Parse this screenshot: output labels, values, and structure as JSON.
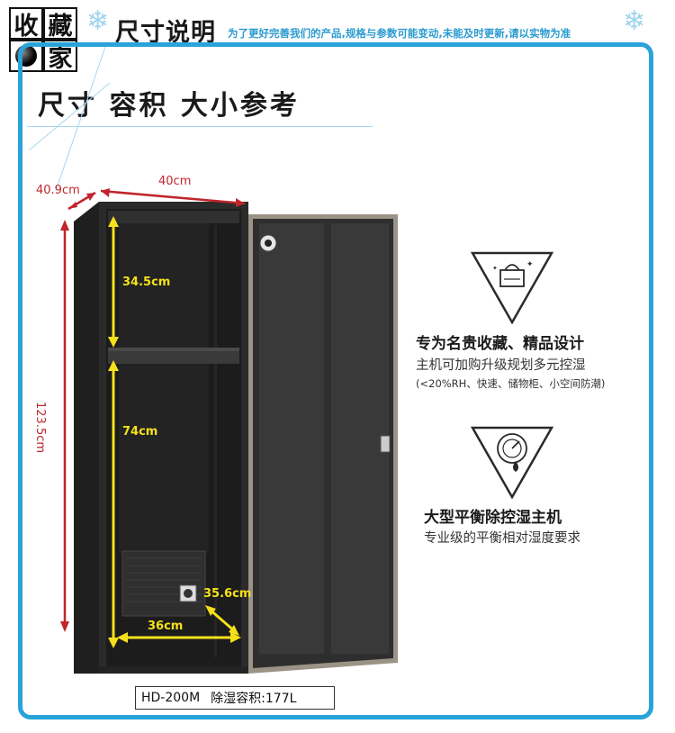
{
  "header": {
    "logo_chars": [
      "收",
      "藏",
      "家"
    ],
    "title": "尺寸说明",
    "note": "为了更好完善我们的产品,规格与参数可能变动,未能及时更新,请以实物为准"
  },
  "page_title": "尺寸 容积 大小参考",
  "dimensions": {
    "depth": "40.9cm",
    "width": "40cm",
    "height": "123.5cm",
    "upper_shelf": "34.5cm",
    "lower_space": "74cm",
    "unit_depth": "35.6cm",
    "inner_width": "36cm"
  },
  "features": [
    {
      "heading": "专为名贵收藏、精品设计",
      "line1": "主机可加购升级规划多元控湿",
      "line2": "(<20%RH、快速、储物柜、小空间防潮)",
      "icon": "handbag-icon"
    },
    {
      "heading": "大型平衡除控湿主机",
      "line1": "专业级的平衡相对湿度要求",
      "icon": "gauge-icon"
    }
  ],
  "model": {
    "name": "HD-200M",
    "capacity": "除湿容积:177L"
  },
  "colors": {
    "frame": "#29a3d8",
    "dim_red": "#c0252c",
    "dim_yellow": "#f5e01a",
    "cabinet": "#2b2b2b"
  }
}
